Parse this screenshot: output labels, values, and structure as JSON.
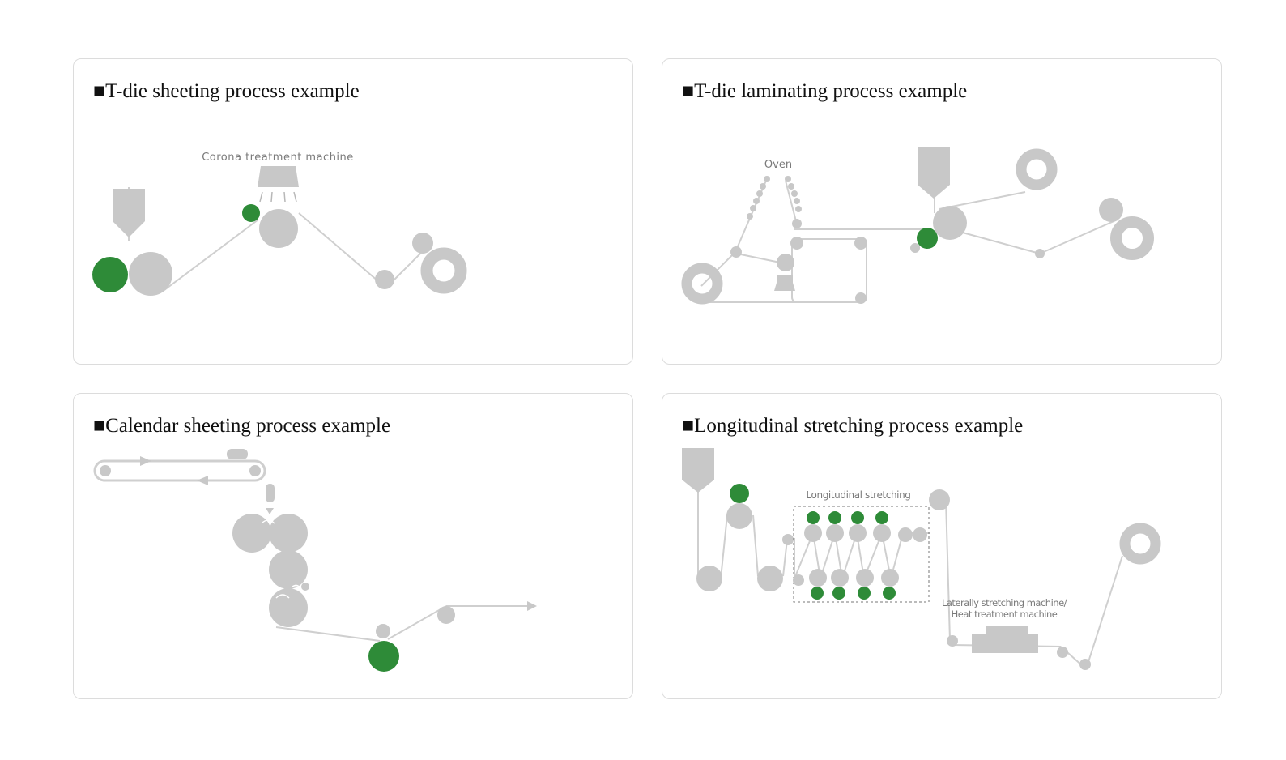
{
  "colors": {
    "machine_gray": "#c8c8c8",
    "line_gray": "#cfcfcf",
    "highlight_green": "#2e8b38",
    "border": "#dcdcdc",
    "title_text": "#111111",
    "label_text": "#7a7a7a"
  },
  "panels": [
    {
      "title": "■T-die sheeting process example",
      "labels": {
        "corona": "Corona treatment machine"
      }
    },
    {
      "title": "■T-die laminating process example",
      "labels": {
        "oven": "Oven"
      }
    },
    {
      "title": "■Calendar sheeting process example",
      "labels": {}
    },
    {
      "title": "■Longitudinal stretching process example",
      "labels": {
        "longitudinal": "Longitudinal stretching",
        "lateral_line1": "Laterally stretching machine/",
        "lateral_line2": "Heat treatment machine"
      }
    }
  ]
}
